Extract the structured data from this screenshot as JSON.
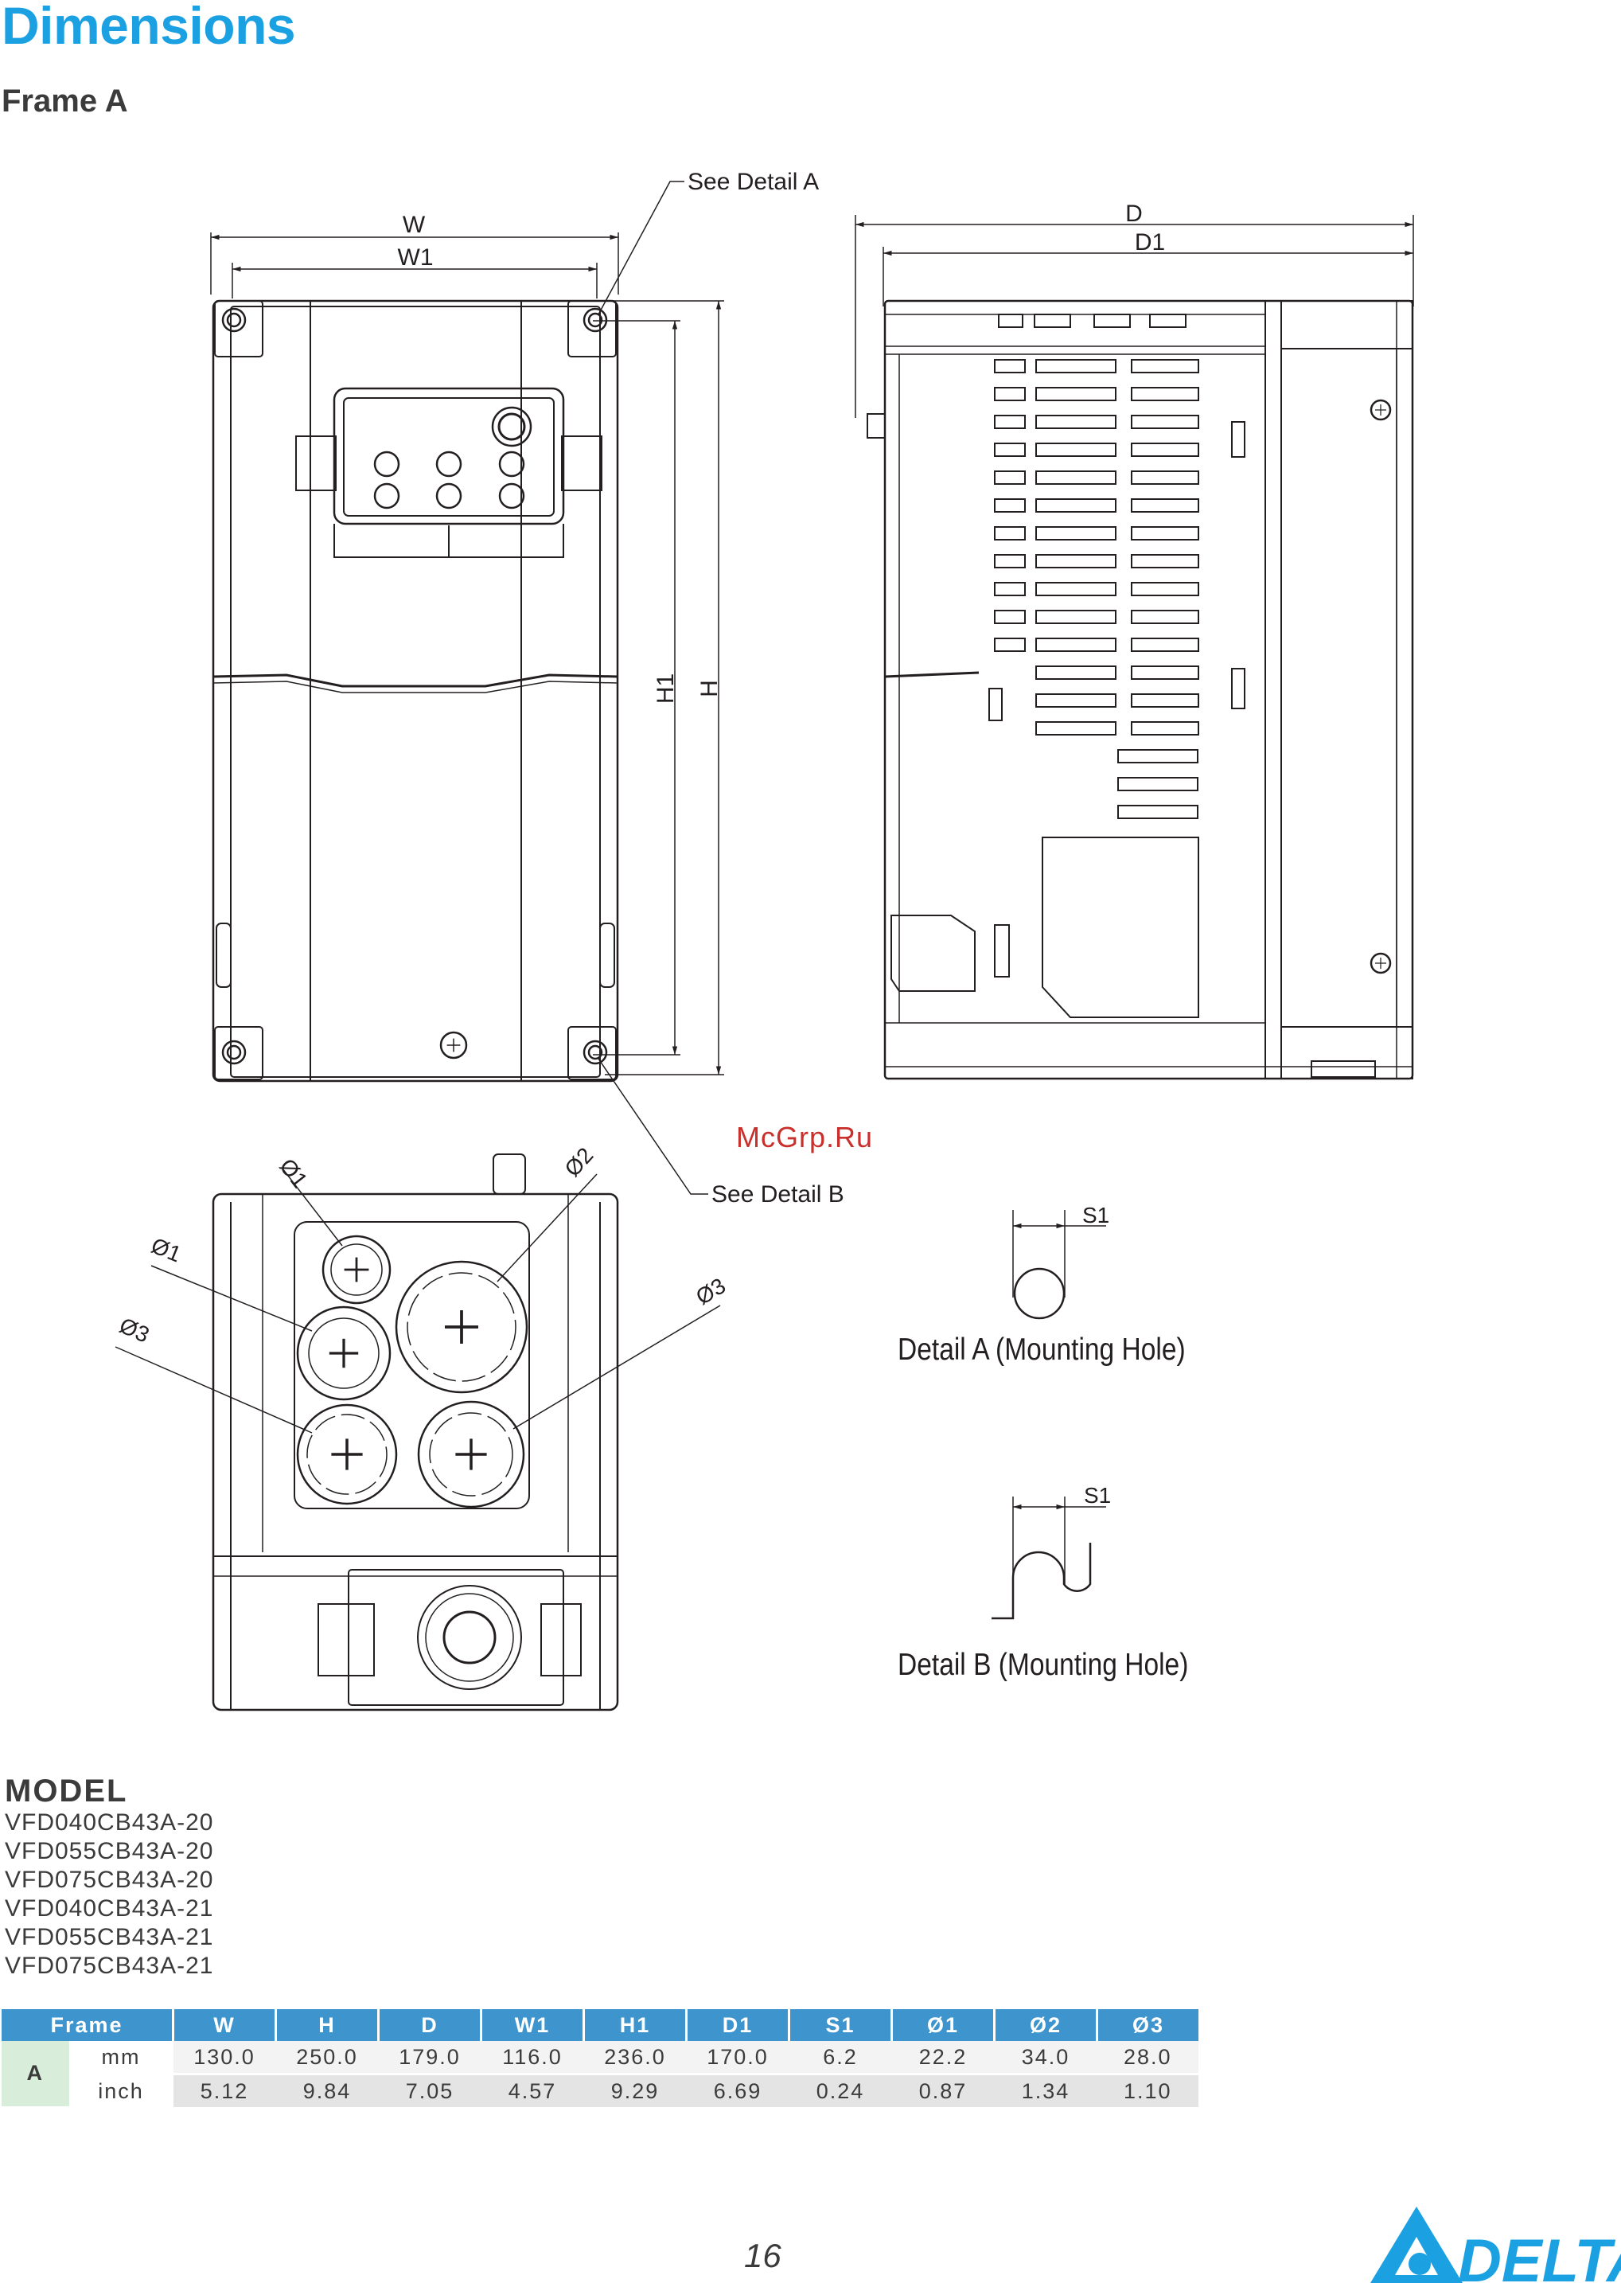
{
  "page": {
    "title": "Dimensions",
    "subtitle": "Frame A",
    "page_number": "16",
    "watermark": "McGrp.Ru",
    "logo_text": "DELTA"
  },
  "drawing": {
    "W": "W",
    "W1": "W1",
    "H": "H",
    "H1": "H1",
    "D": "D",
    "D1": "D1",
    "see_detail_a": "See Detail A",
    "see_detail_b": "See Detail B",
    "phi1": "Ø1",
    "phi2": "Ø2",
    "phi3": "Ø3",
    "S1": "S1",
    "detail_a": "Detail A (Mounting Hole)",
    "detail_b": "Detail B (Mounting Hole)"
  },
  "models": {
    "heading": "MODEL",
    "items": [
      "VFD040CB43A-20",
      "VFD055CB43A-20",
      "VFD075CB43A-20",
      "VFD040CB43A-21",
      "VFD055CB43A-21",
      "VFD075CB43A-21"
    ]
  },
  "table": {
    "headers": [
      "Frame",
      "W",
      "H",
      "D",
      "W1",
      "H1",
      "D1",
      "S1",
      "Ø1",
      "Ø2",
      "Ø3"
    ],
    "frame": "A",
    "rows": [
      {
        "unit": "mm",
        "values": [
          "130.0",
          "250.0",
          "179.0",
          "116.0",
          "236.0",
          "170.0",
          "6.2",
          "22.2",
          "34.0",
          "28.0"
        ]
      },
      {
        "unit": "inch",
        "values": [
          "5.12",
          "9.84",
          "7.05",
          "4.57",
          "9.29",
          "6.69",
          "0.24",
          "0.87",
          "1.34",
          "1.10"
        ]
      }
    ]
  }
}
